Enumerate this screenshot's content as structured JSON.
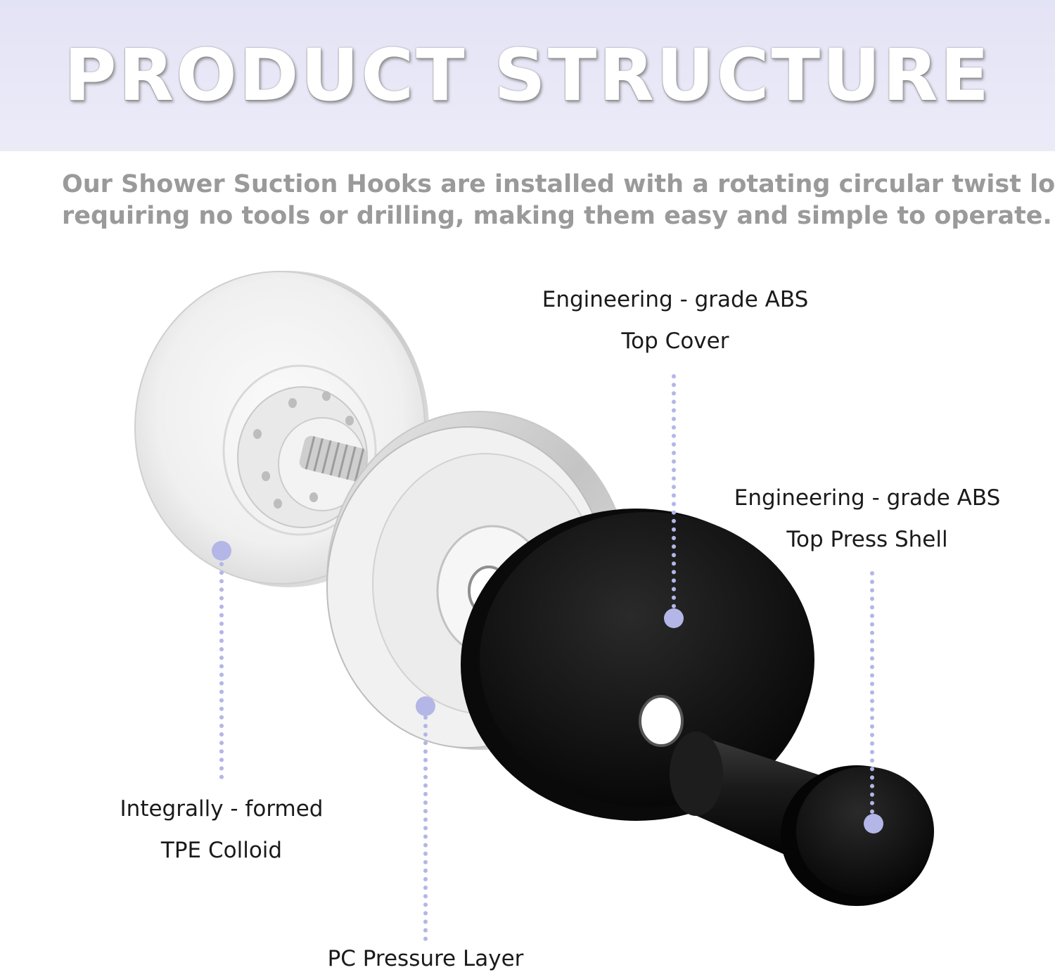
{
  "header": {
    "title": "PRODUCT STRUCTURE"
  },
  "intro": {
    "line1": "Our Shower Suction Hooks are installed with a rotating circular twist lock,",
    "line2": "requiring no tools or drilling, making them easy and simple to operate."
  },
  "callouts": {
    "top_cover": {
      "line1": "Engineering - grade ABS",
      "line2": "Top Cover"
    },
    "press_shell": {
      "line1": "Engineering - grade ABS",
      "line2": "Top Press Shell"
    },
    "tpe": {
      "line1": "Integrally - formed",
      "line2": "TPE Colloid"
    },
    "pc_layer": {
      "line1": "PC Pressure Layer"
    }
  },
  "colors": {
    "banner": "#e5e5f7",
    "accent_dot": "#b3b6e6",
    "intro_text": "#9a9a9a",
    "hook_black": "#111111"
  }
}
